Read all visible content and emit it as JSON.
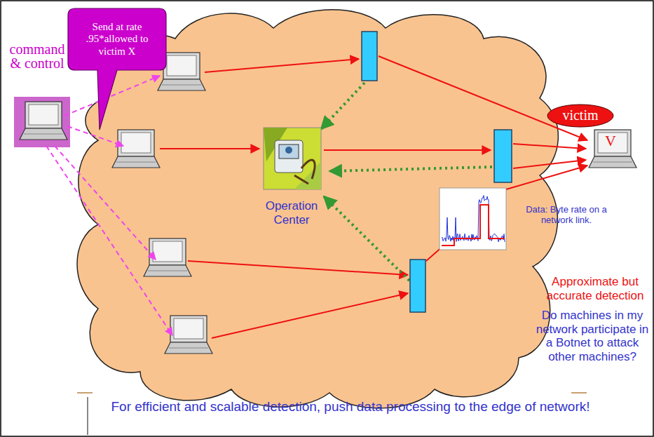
{
  "diagram": {
    "caption": "For efficient and scalable detection, push data processing to the edge of network!",
    "nodes": [
      {
        "text": [
          "command & control"
        ]
      },
      {
        "text": [
          "Send at rate .95*allowed to victim X"
        ]
      },
      {
        "text": [
          "Operation Center"
        ]
      },
      {
        "text": [
          "victim",
          "V"
        ]
      }
    ],
    "labels": [
      "Data: Byte rate on a network link.",
      "Approximate but accurate detection",
      "Do machines in my network participate in a Botnet to attack other machines?"
    ]
  }
}
